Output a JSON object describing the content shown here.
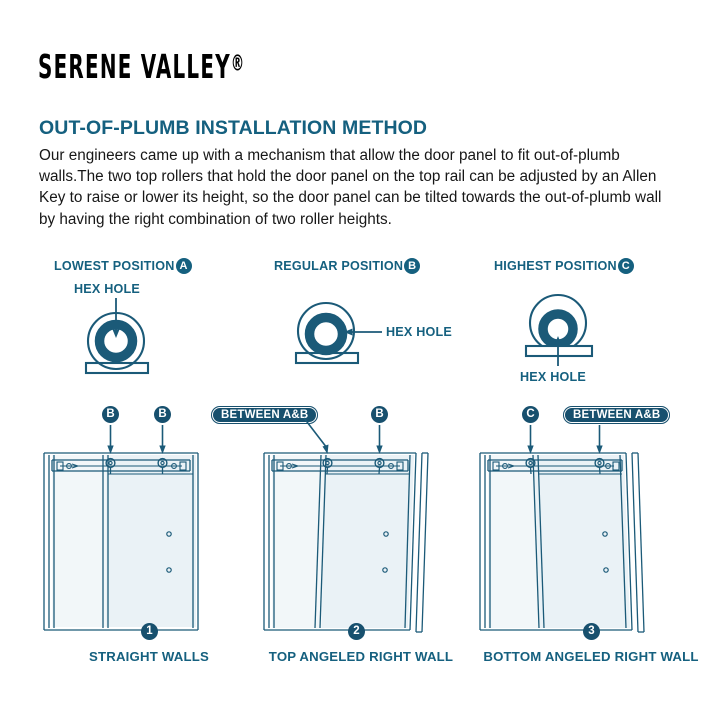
{
  "brand": {
    "name": "SERENE VALLEY",
    "registered_mark": "®"
  },
  "heading": "OUT-OF-PLUMB INSTALLATION METHOD",
  "body": "Our engineers came up with a mechanism that allow the door panel to fit out-of-plumb walls.The two top rollers that hold the door panel on the top rail can be adjusted by an Allen Key to raise or lower its height, so the door panel can be tilted towards the out-of-plumb wall by having the right combination of two roller heights.",
  "colors": {
    "brand_text": "#000000",
    "heading": "#15607f",
    "body_text": "#171717",
    "badge_fill": "#17506e",
    "badge_text": "#ffffff",
    "line": "#1b5a78",
    "glass": "#eef4f7"
  },
  "roller_positions": [
    {
      "title": "LOWEST POSITION",
      "badge": "A",
      "hex_hole_label": "HEX HOLE",
      "hex_hole_placement": "top"
    },
    {
      "title": "REGULAR POSITION",
      "badge": "B",
      "hex_hole_label": "HEX HOLE",
      "hex_hole_placement": "right"
    },
    {
      "title": "HIGHEST POSITION",
      "badge": "C",
      "hex_hole_label": "HEX HOLE",
      "hex_hole_placement": "bottom"
    }
  ],
  "door_diagrams": [
    {
      "number": "1",
      "caption": "STRAIGHT WALLS",
      "markers": [
        {
          "type": "circle",
          "label": "B"
        },
        {
          "type": "circle",
          "label": "B"
        }
      ]
    },
    {
      "number": "2",
      "caption": "TOP ANGELED RIGHT WALL",
      "markers": [
        {
          "type": "pill",
          "label": "BETWEEN A&B"
        },
        {
          "type": "circle",
          "label": "B"
        }
      ]
    },
    {
      "number": "3",
      "caption": "BOTTOM ANGELED RIGHT WALL",
      "markers": [
        {
          "type": "circle",
          "label": "C"
        },
        {
          "type": "pill",
          "label": "BETWEEN A&B"
        }
      ]
    }
  ]
}
